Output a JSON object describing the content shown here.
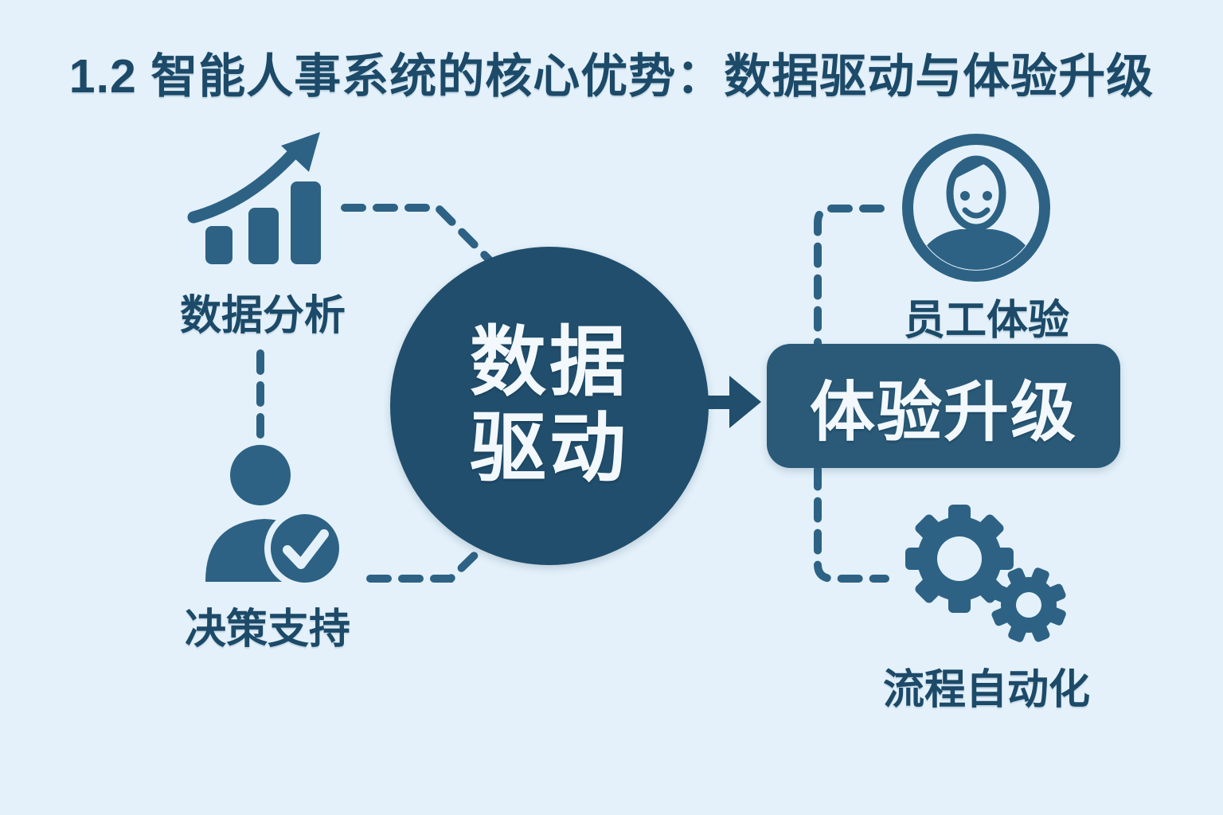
{
  "title": "1.2 智能人事系统的核心优势：数据驱动与体验升级",
  "diagram": {
    "center_node": {
      "line1": "数据",
      "line2": "驱动"
    },
    "result_node": {
      "label": "体验升级"
    },
    "left_nodes": [
      {
        "id": "data-analysis",
        "icon": "growth-chart-icon",
        "label": "数据分析"
      },
      {
        "id": "decision-support",
        "icon": "person-check-icon",
        "label": "决策支持"
      }
    ],
    "right_nodes": [
      {
        "id": "employee-experience",
        "icon": "user-avatar-icon",
        "label": "员工体验"
      },
      {
        "id": "process-automation",
        "icon": "gears-icon",
        "label": "流程自动化"
      }
    ]
  },
  "colors": {
    "background": "#e4f1fa",
    "circle_fill": "#214e6c",
    "box_fill": "#2a5a78",
    "icon_blue": "#2d6284",
    "text_dark": "#1c4a68",
    "text_light": "#f2f8fc"
  }
}
